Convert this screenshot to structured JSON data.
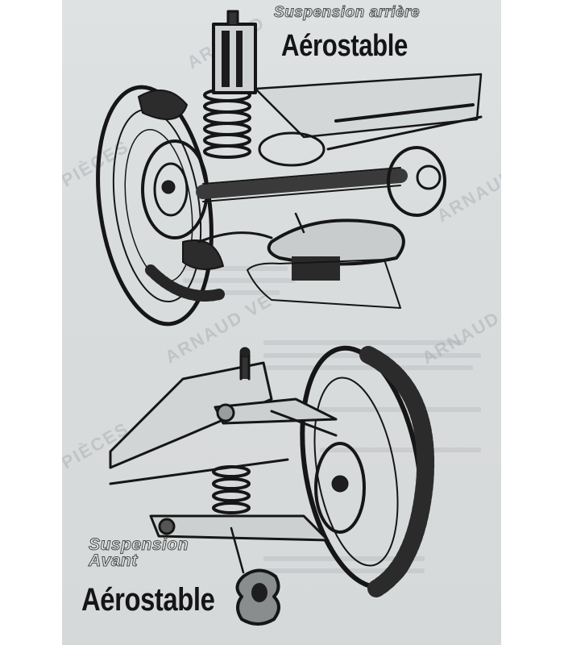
{
  "rear": {
    "subtitle": "Suspension arrière",
    "title": "Aérostable"
  },
  "front": {
    "subtitle_line1": "Suspension",
    "subtitle_line2": "Avant",
    "title": "Aérostable"
  },
  "watermarks": [
    "ARNAUD",
    "PIÈCES",
    "ARNAUD VE",
    "PIÈCES",
    "ARNAUD V",
    "ARNAUD"
  ],
  "colors": {
    "paper": "#d9dcdd",
    "ink": "#151515",
    "margin": "#ffffff"
  }
}
